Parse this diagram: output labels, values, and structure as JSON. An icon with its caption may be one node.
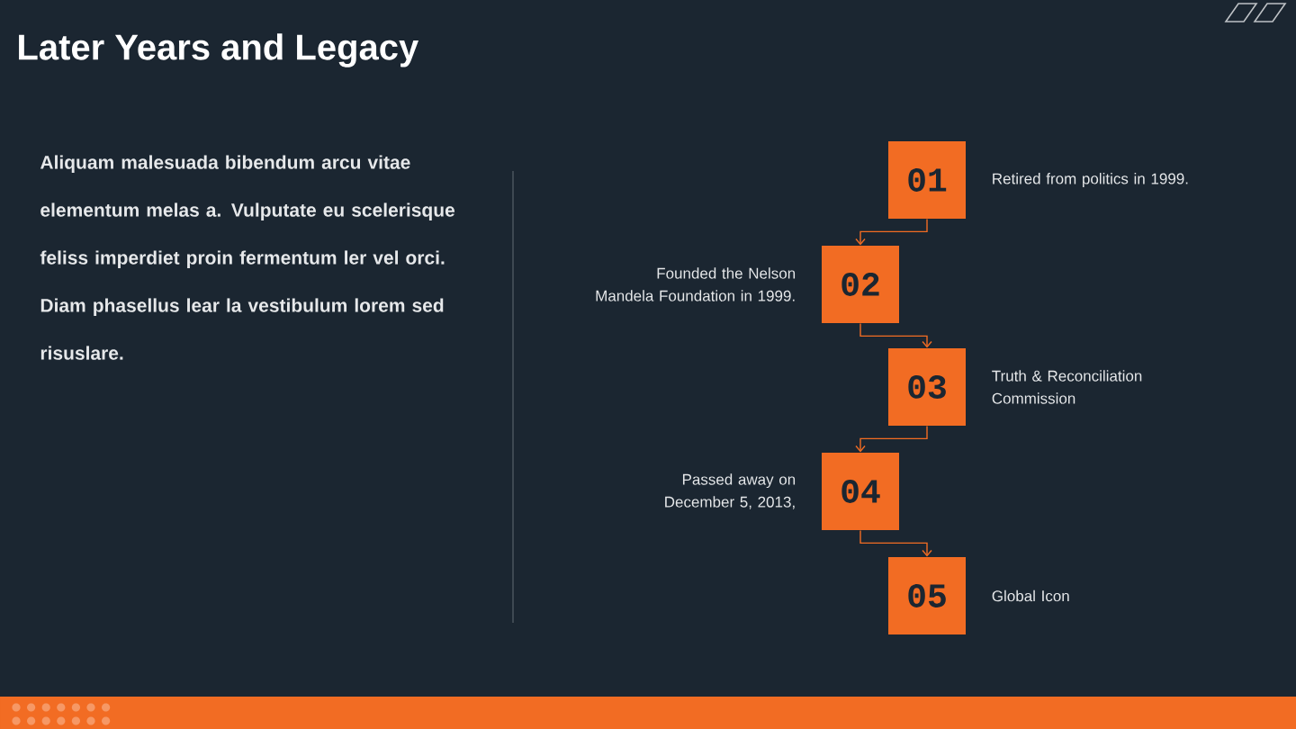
{
  "diagram": {
    "title": "Later Years and Legacy",
    "nodes": [
      {
        "text": [
          "01"
        ],
        "beside": [
          "Retired from politics in 1999."
        ]
      },
      {
        "text": [
          "02"
        ],
        "beside": [
          "Founded the Nelson Mandela Foundation in 1999."
        ]
      },
      {
        "text": [
          "03"
        ],
        "beside": [
          "Truth & Reconciliation Commission"
        ]
      },
      {
        "text": [
          "04"
        ],
        "beside": [
          "Passed away on December 5, 2013,"
        ]
      },
      {
        "text": [
          "05"
        ],
        "beside": [
          "Global Icon"
        ]
      }
    ],
    "edges": [
      {
        "from": 0,
        "to": 1,
        "arrow": "to"
      },
      {
        "from": 1,
        "to": 2,
        "arrow": "to"
      },
      {
        "from": 2,
        "to": 3,
        "arrow": "to"
      },
      {
        "from": 3,
        "to": 4,
        "arrow": "to"
      }
    ],
    "labels": [
      "Aliquam malesuada bibendum arcu vitae elementum melas a. Vulputate eu scelerisque feliss imperdiet proin fermentum ler vel orci. Diam phasellus lear la vestibulum lorem sed risuslare."
    ]
  }
}
